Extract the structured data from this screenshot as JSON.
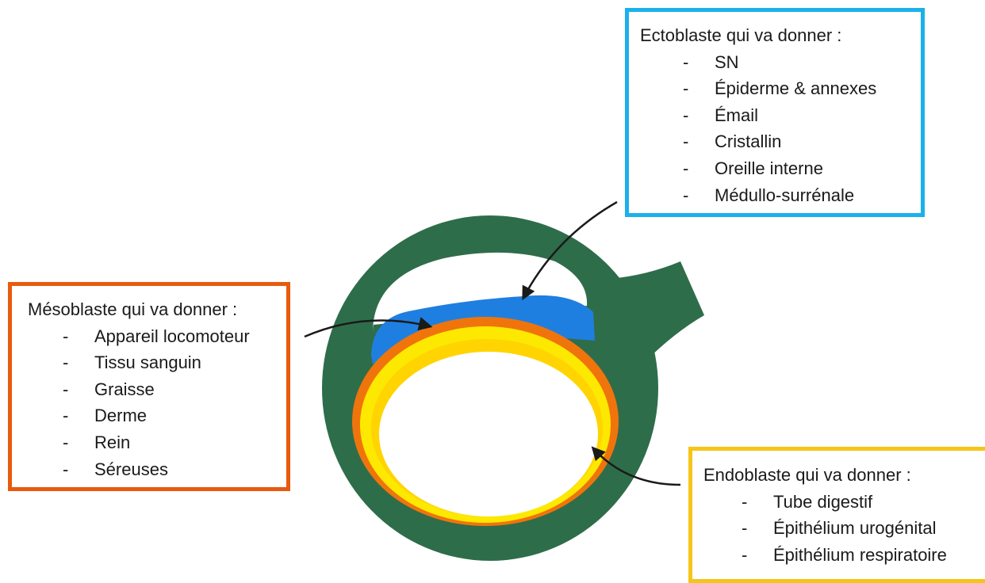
{
  "colors": {
    "ectoblast": "#1f7fe0",
    "mesoblast": "#f0740c",
    "endoblast": "#fce800",
    "endoblast_inner": "#ffd400",
    "embryo_wall": "#2e6d4a",
    "ecto_box_border": "#1ab0ec",
    "meso_box_border": "#e85a0e",
    "endo_box_border": "#f5c518",
    "arrow": "#1a1a1a"
  },
  "ectoblast": {
    "title": "Ectoblaste qui va donner :",
    "items": [
      "SN",
      "Épiderme & annexes",
      "Émail",
      "Cristallin",
      "Oreille interne",
      "Médullo-surrénale"
    ]
  },
  "mesoblast": {
    "title": "Mésoblaste qui va donner :",
    "items": [
      "Appareil locomoteur",
      "Tissu sanguin",
      "Graisse",
      "Derme",
      "Rein",
      "Séreuses"
    ]
  },
  "endoblast": {
    "title": "Endoblaste qui va donner :",
    "items": [
      "Tube digestif",
      "Épithélium urogénital",
      "Épithélium respiratoire"
    ]
  }
}
